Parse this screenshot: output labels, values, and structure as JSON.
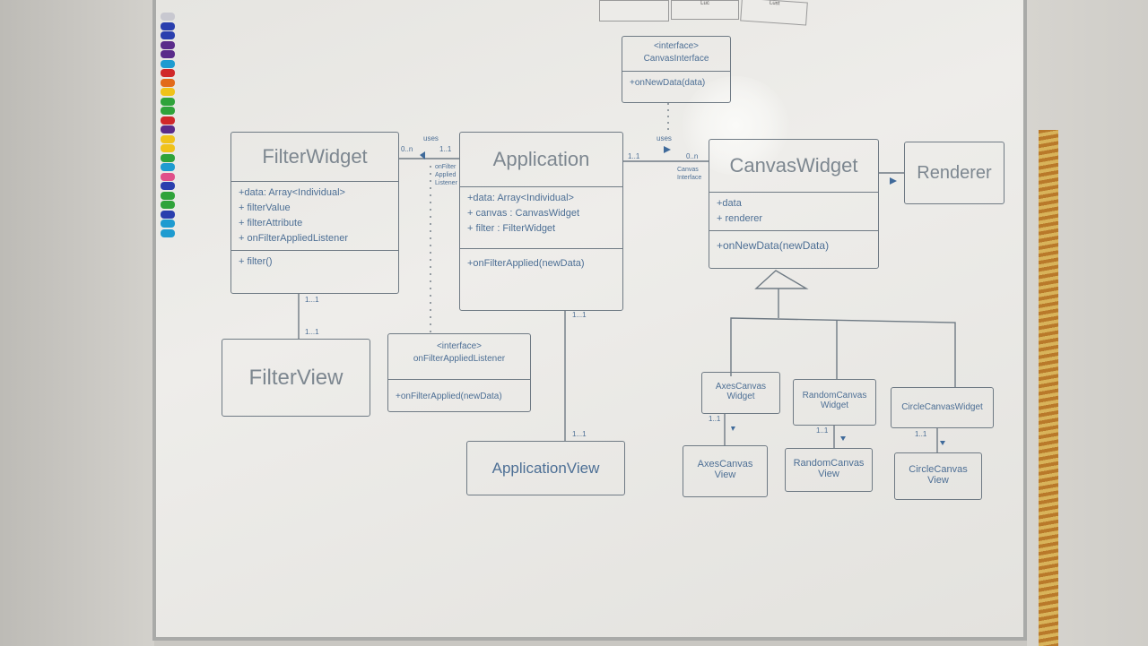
{
  "top_cards": [
    "",
    "Luc",
    "Lust"
  ],
  "classes": {
    "filter_widget": {
      "name": "FilterWidget",
      "attributes": [
        "+data: Array<Individual>",
        "+ filterValue",
        "+ filterAttribute",
        "+ onFilterAppliedListener"
      ],
      "methods": [
        "+ filter()"
      ]
    },
    "application": {
      "name": "Application",
      "attributes": [
        "+data: Array<Individual>",
        "+ canvas : CanvasWidget",
        "+ filter : FilterWidget"
      ],
      "methods": [
        "+onFilterApplied(newData)"
      ]
    },
    "canvas_interface": {
      "stereotype": "<interface>",
      "name": "CanvasInterface",
      "methods": [
        "+onNewData(data)"
      ]
    },
    "canvas_widget": {
      "name": "CanvasWidget",
      "attributes": [
        "+data",
        "+ renderer"
      ],
      "methods": [
        "+onNewData(newData)"
      ]
    },
    "renderer": {
      "name": "Renderer"
    },
    "filter_view": {
      "name": "FilterView"
    },
    "filter_listener": {
      "stereotype": "<interface>",
      "name": "onFilterAppliedListener",
      "methods": [
        "+onFilterApplied(newData)"
      ]
    },
    "application_view": {
      "name": "ApplicationView"
    },
    "axes_widget": {
      "name": "AxesCanvas Widget"
    },
    "random_widget": {
      "name": "RandomCanvas Widget"
    },
    "circle_widget": {
      "name": "CircleCanvasWidget"
    },
    "axes_view": {
      "name": "AxesCanvas View"
    },
    "random_view": {
      "name": "RandomCanvas View"
    },
    "circle_view": {
      "name": "CircleCanvas View"
    }
  },
  "labels": {
    "uses1": "uses",
    "uses2": "uses",
    "mult_fw_app_left": "0..n",
    "mult_fw_app_right": "1..1",
    "listener_role": "onFilter Applied Listener",
    "canvas_role": "Canvas Interface",
    "mult_app_cw_left": "1..1",
    "mult_app_cw_right": "0..n",
    "mult_fw_view_top": "1...1",
    "mult_fw_view_bottom": "1...1",
    "mult_app_view_top": "1...1",
    "mult_app_view_bottom": "1...1",
    "mult_small": "1..1"
  },
  "colors": {
    "marker": "#4d6f95",
    "line": "#6f7a84",
    "board": "#eeedea"
  }
}
